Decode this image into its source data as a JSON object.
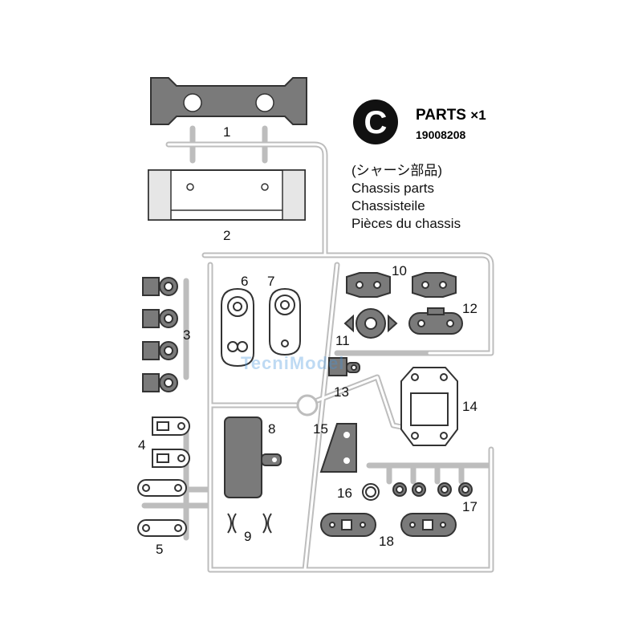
{
  "header": {
    "letter": "C",
    "parts_label": "PARTS",
    "multiplier": "×1",
    "code": "19008208"
  },
  "descriptions": [
    "(シャーシ部品)",
    "Chassis parts",
    "Chassisteile",
    "Pièces du chassis"
  ],
  "watermark": "TecniModel",
  "part_labels": [
    "1",
    "2",
    "3",
    "4",
    "5",
    "6",
    "7",
    "8",
    "9",
    "10",
    "11",
    "12",
    "13",
    "14",
    "15",
    "16",
    "17",
    "18"
  ],
  "colors": {
    "part_fill": "#7a7a7a",
    "runner_stroke": "#bdbdbd",
    "outline": "#333333"
  }
}
